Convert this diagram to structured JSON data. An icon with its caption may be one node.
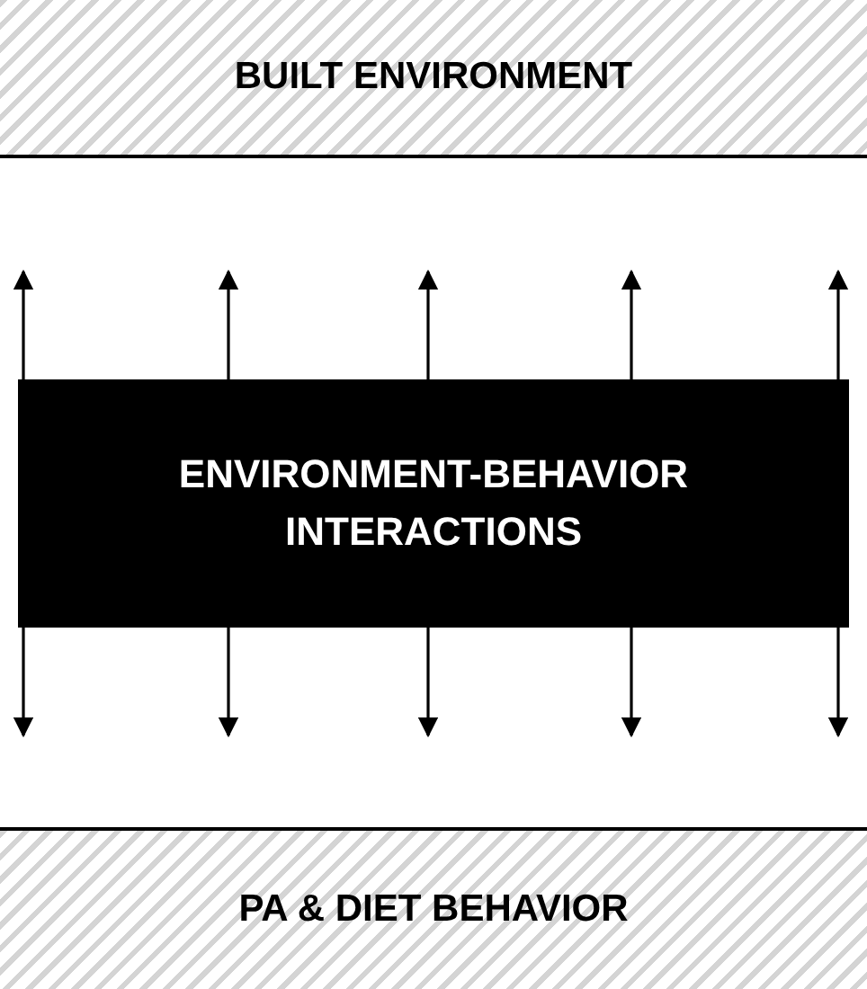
{
  "diagram": {
    "nodes": [
      {
        "text": [
          "BUILT ENVIRONMENT"
        ]
      },
      {
        "text": [
          "ENVIRONMENT-BEHAVIOR INTERACTIONS"
        ]
      },
      {
        "text": [
          "PA & DIET BEHAVIOR"
        ]
      }
    ],
    "edges": [
      {
        "from": 1,
        "to": null,
        "arrow": "to"
      },
      {
        "from": 1,
        "to": null,
        "arrow": "to"
      },
      {
        "from": 1,
        "to": null,
        "arrow": "to"
      },
      {
        "from": 1,
        "to": null,
        "arrow": "to"
      },
      {
        "from": 1,
        "to": null,
        "arrow": "to"
      },
      {
        "from": 1,
        "to": null,
        "arrow": "to"
      },
      {
        "from": 1,
        "to": null,
        "arrow": "to"
      },
      {
        "from": 1,
        "to": null,
        "arrow": "to"
      },
      {
        "from": 1,
        "to": null,
        "arrow": "to"
      },
      {
        "from": 1,
        "to": null,
        "arrow": "to"
      }
    ]
  }
}
